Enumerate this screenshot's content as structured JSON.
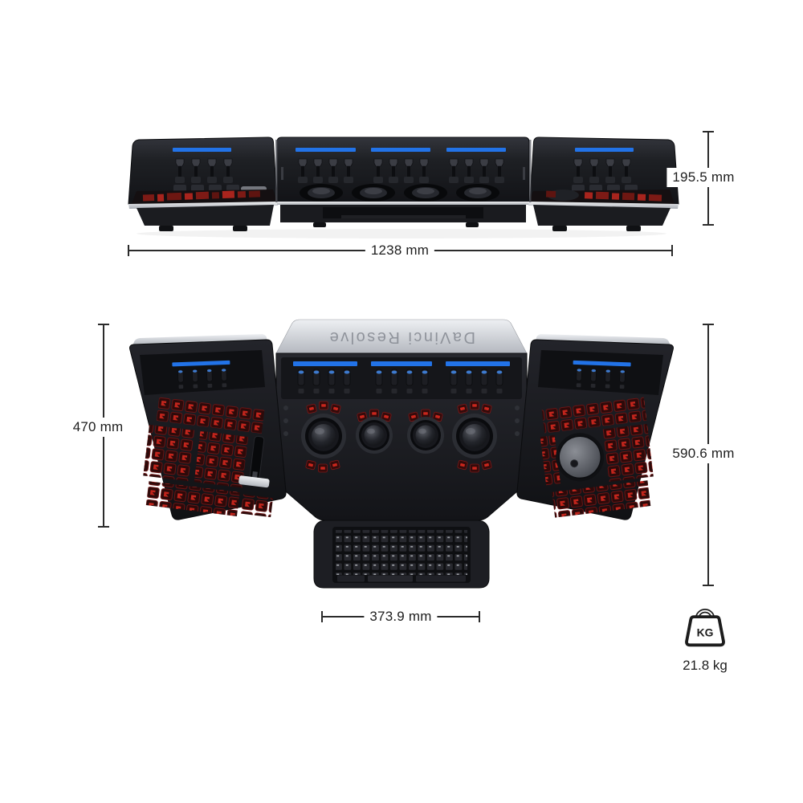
{
  "brand_text": "DaVinci Resolve",
  "dimensions": {
    "front_height": "195.5 mm",
    "front_width": "1238 mm",
    "wing_height": "470 mm",
    "overall_depth": "590.6 mm",
    "keyboard_width": "373.9 mm"
  },
  "weight": {
    "badge_label": "KG",
    "value": "21.8 kg"
  },
  "colors": {
    "accent_blue": "#2273e8",
    "key_glow_red": "#c0261d",
    "line": "#2b2b2b"
  }
}
